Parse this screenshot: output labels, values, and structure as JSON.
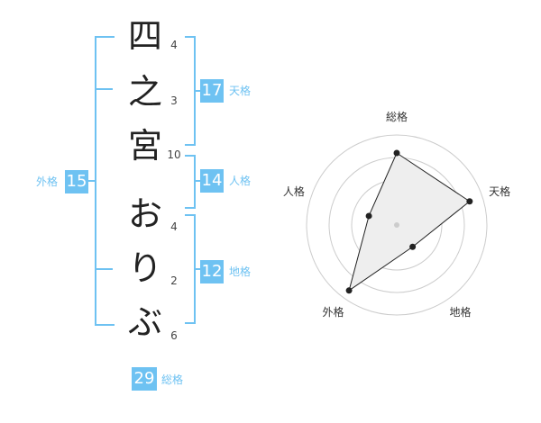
{
  "name": {
    "chars": [
      {
        "char": "四",
        "strokes": "4"
      },
      {
        "char": "之",
        "strokes": "3"
      },
      {
        "char": "宮",
        "strokes": "10"
      },
      {
        "char": "お",
        "strokes": "4"
      },
      {
        "char": "り",
        "strokes": "2"
      },
      {
        "char": "ぶ",
        "strokes": "6"
      }
    ]
  },
  "kakusu": {
    "tenkaku": {
      "value": "17",
      "label": "天格"
    },
    "jinkaku": {
      "value": "14",
      "label": "人格"
    },
    "chikaku": {
      "value": "12",
      "label": "地格"
    },
    "gaikaku": {
      "value": "15",
      "label": "外格"
    },
    "soukaku": {
      "value": "29",
      "label": "総格"
    }
  },
  "colors": {
    "accent": "#6ec2f2",
    "text": "#222222"
  },
  "chart_data": {
    "type": "radar",
    "axes": [
      "総格",
      "天格",
      "地格",
      "外格",
      "人格"
    ],
    "rings": 4,
    "values": [
      3.2,
      3.4,
      1.2,
      3.6,
      1.3
    ],
    "max": 4,
    "fill": "#eeeeee",
    "stroke": "#222222"
  }
}
